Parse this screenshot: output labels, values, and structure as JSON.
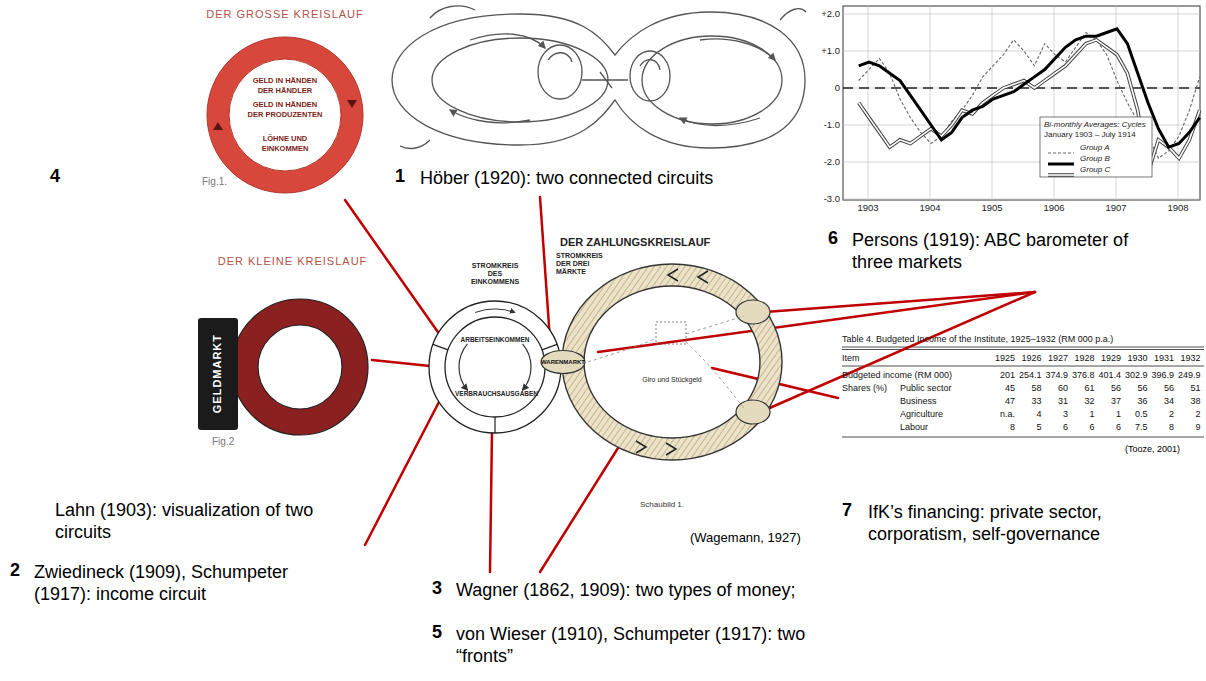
{
  "diagram": {
    "nodes": [
      {
        "text": [
          "DER GROSSE KREISLAUF",
          "GELD IN HÄNDEN DER HÄNDLER",
          "GELD IN HÄNDEN DER PRODUZENTEN",
          "LÖHNE UND EINKOMMEN"
        ]
      },
      {
        "text": [
          "DER KLEINE KREISLAUF"
        ]
      },
      {
        "text": [
          "GELDMARKT"
        ]
      },
      {
        "text": [
          "STROMKREIS DES EINKOMMENS",
          "ARBEITSEINKOMMEN",
          "VERBRAUCHSAUSGABEN"
        ]
      },
      {
        "text": [
          "STROMKREIS DER DREI MÄRKTE",
          "Giro und Stückgeld"
        ]
      },
      {
        "text": [
          "WARENMARKT"
        ],
        "in": 4
      }
    ],
    "labels": [
      "Fig.1.",
      "4",
      "Fig.2",
      "Lahn (1903): visualization of two circuits",
      "2",
      "Zwiedineck (1909), Schumpeter (1917): income circuit",
      "1",
      "Höber (1920): two connected circuits",
      "DER ZAHLUNGSKREISLAUF",
      "Schaubild 1.",
      "(Wagemann, 1927)",
      "3",
      "Wagner (1862, 1909): two types of money;",
      "5",
      "von Wieser (1910), Schumpeter (1917): two “fronts”",
      "6",
      "Persons (1919): ABC barometer of three markets",
      "(Tooze, 2001)",
      "7",
      "IfK’s financing: private sector, corporatism, self-governance",
      "+2.0",
      "+1.0",
      "0",
      "-1.0",
      "-2.0",
      "-3.0",
      "1903",
      "1904",
      "1905",
      "1906",
      "1907",
      "1908",
      "Bi-monthly Averages: Cycles",
      "January 1903 – July 1914",
      "Table 4. Budgeted Income of the Institute, 1925–1932 (RM 000 p.a.)",
      "Item",
      "1925",
      "1926",
      "1927",
      "1928",
      "1929",
      "1930",
      "1931",
      "1932",
      "Budgeted income (RM 000)",
      "201",
      "254.1",
      "374.9",
      "376.8",
      "401.4",
      "302.9",
      "396.9",
      "249.9",
      "Shares (%)",
      "Public sector",
      "45",
      "58",
      "60",
      "61",
      "56",
      "56",
      "56",
      "51",
      "Business",
      "47",
      "33",
      "31",
      "32",
      "37",
      "36",
      "34",
      "38",
      "Agriculture",
      "n.a.",
      "4",
      "3",
      "1",
      "1",
      "0.5",
      "2",
      "2",
      "Labour",
      "8",
      "5",
      "6",
      "6",
      "6",
      "7.5",
      "8",
      "9"
    ],
    "legend": [
      {
        "text": "Group A"
      },
      {
        "text": "Group B"
      },
      {
        "text": "Group C"
      }
    ]
  }
}
